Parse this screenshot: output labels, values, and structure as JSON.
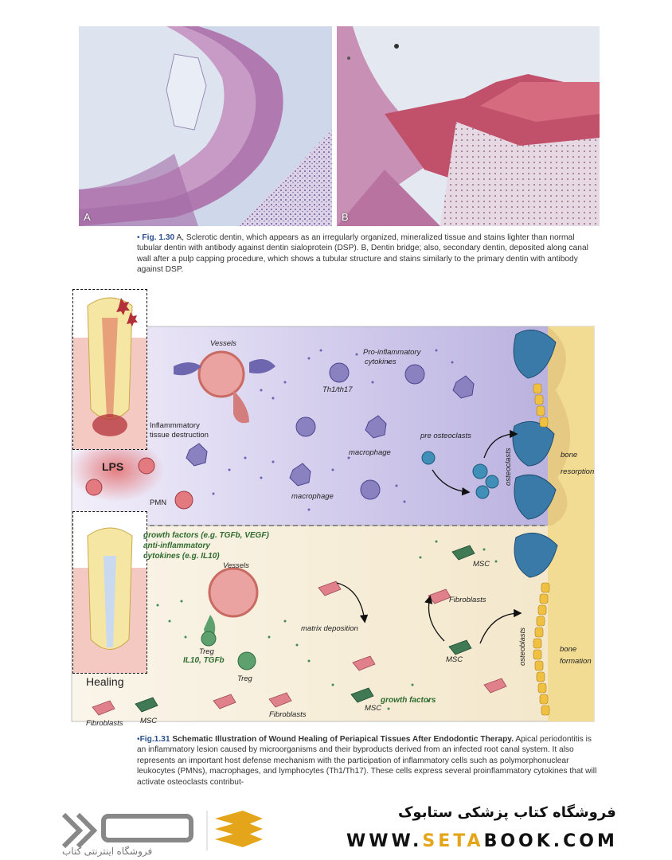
{
  "fig130": {
    "panelA": "A",
    "panelB": "B",
    "label": "Fig. 1.30",
    "text": " A, Sclerotic dentin, which appears as an irregularly organized, mineralized tissue and stains lighter than normal tubular dentin with antibody against dentin sialoprotein (DSP). B, Dentin bridge; also, secondary dentin, deposited along canal wall after a pulp capping procedure, which shows a tubular structure and stains similarly to the primary dentin with antibody against DSP."
  },
  "diagram": {
    "top": {
      "vessels": "Vessels",
      "pro_inflammatory": "Pro-inflammatory",
      "cytokines": "cytokines",
      "th": "Th1/th17",
      "inflammatory1": "Inflammmatory",
      "inflammatory2": "tissue destruction",
      "lps": "LPS",
      "pmn": "PMN",
      "macrophage1": "macrophage",
      "macrophage2": "macrophage",
      "pre_osteoclasts": "pre osteoclasts",
      "osteoclasts": "osteoclasts",
      "bone1": "bone",
      "bone2": "resorption"
    },
    "bottom": {
      "growth1": "growth factors (e.g. TGFb, VEGF)",
      "growth2": "anti-inflammatory",
      "growth3": "cytokines (e.g. IL10)",
      "vessels": "Vessels",
      "treg1": "Treg",
      "il10": "IL10, TGFb",
      "treg2": "Treg",
      "healing": "Healing",
      "matrix": "matrix deposition",
      "msc1": "MSC",
      "fibroblasts1": "Fibroblasts",
      "msc2": "MSC",
      "osteoblasts": "osteoblasts",
      "bone1": "bone",
      "bone2": "formation",
      "fibroblasts2": "Fibroblasts",
      "msc3": "MSC",
      "fibroblasts3": "Fibroblasts",
      "msc4": "MSC",
      "growth_factors": "growth factors"
    }
  },
  "fig131": {
    "label": "Fig.1.31",
    "title": " Schematic Illustration of Wound Healing of Periapical Tissues After Endodontic Therapy.",
    "text": " Apical periodontitis is an inflammatory lesion caused by microorganisms and their byproducts derived from an infected root canal system. It also represents an important host defense mechanism with the participation of inflammatory cells such as polymorphonuclear leukocytes (PMNs), macrophages, and lymphocytes (Th1/Th17). These cells express several proinflammatory cytokines that will activate osteoclasts contribut-"
  },
  "footer": {
    "shop": "فروشگاه کتاب پزشکی ستابوک",
    "site_pre": "WWW.",
    "site_hl": "SETA",
    "site_post": "BOOK.COM",
    "logo_sub": "فروشگاه اینترنتی کتاب"
  },
  "colors": {
    "accent": "#2a4f8f",
    "brand_gold": "#e5a51a",
    "top_panel": "#b9b3de",
    "bottom_panel": "#f6ecd3"
  }
}
